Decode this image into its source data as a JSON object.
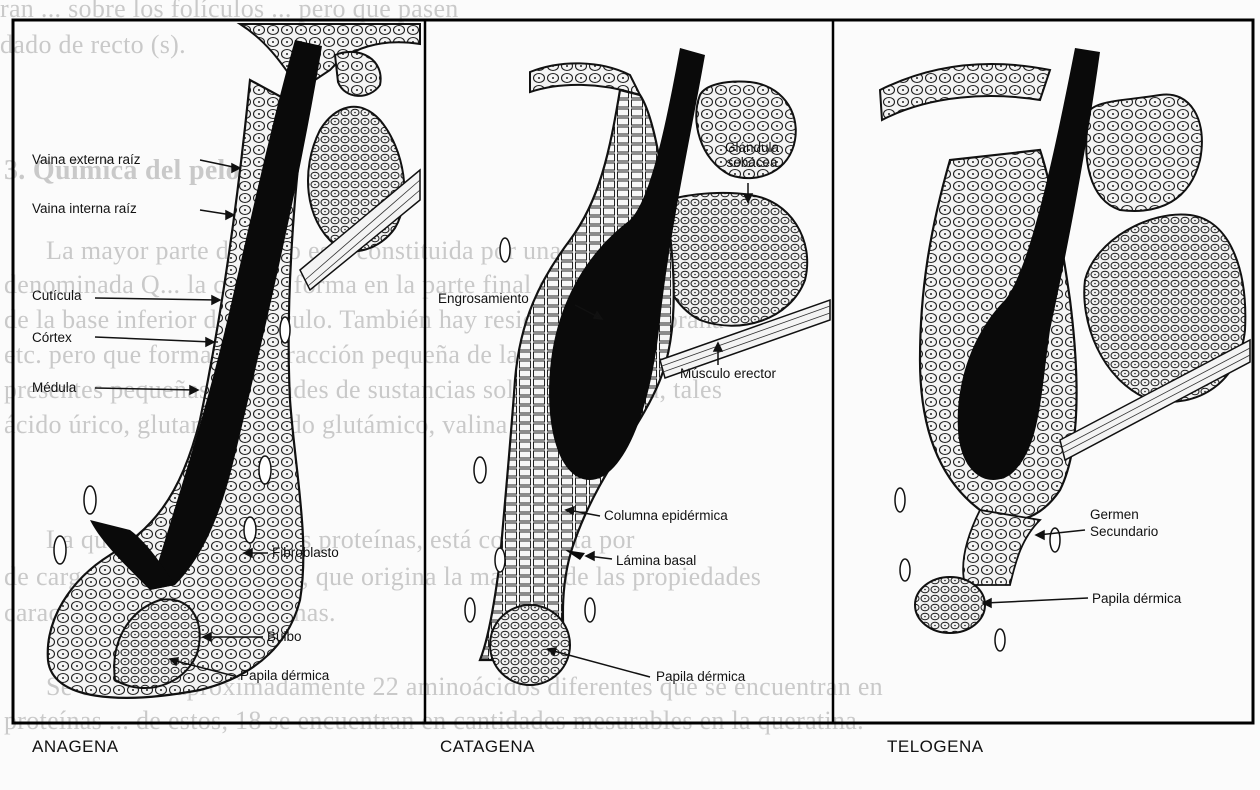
{
  "background_text": [
    "ran ... sobre los folículos ... pero que pasen",
    "dado de recto (s).",
    "3. Química del pelo",
    "La mayor parte del pelo está constituida por una sustancia",
    "denominada Q... la cual se forma en la parte final del proceso",
    "de la base inferior del folículo. También hay residuos de membrana",
    "etc. pero que forman una fracción pequeña de la materia",
    "presentes pequeñas cantidades de sustancias solubles en agua, tales",
    "ácido úrico, glutamina, ácido glutámico, valina y leucina.",
    "La queratina, como otras proteínas, está compuesta por",
    "de carga positiva y negativa, que origina la mayoría de las propiedades",
    "características de las proteinas.",
    "Se conocen aproximadamente 22 aminoácidos diferentes que se encuentran en",
    "proteínas ... de estos, 18 se encuentran en cantidades mesurables en la queratina."
  ],
  "panels": [
    {
      "caption": "ANAGENA",
      "labels": {
        "vaina_externa": "Vaina externa raíz",
        "vaina_interna": "Vaina interna raíz",
        "cuticula": "Cutícula",
        "cortex": "Córtex",
        "medula": "Médula",
        "fibroblasto": "Fibroblasto",
        "bulbo": "Bulbo",
        "papila": "Papila dérmica"
      }
    },
    {
      "caption": "CATAGENA",
      "labels": {
        "glandula": "Glándula sebácea",
        "engrosamiento": "Engrosamiento",
        "musculo": "Músculo erector",
        "columna": "Columna epidérmica",
        "lamina": "Lámina basal",
        "papila": "Papila dérmica"
      }
    },
    {
      "caption": "TELOGENA",
      "labels": {
        "germen_1": "Germen",
        "germen_2": "Secundario",
        "papila": "Papila dérmica"
      }
    }
  ]
}
